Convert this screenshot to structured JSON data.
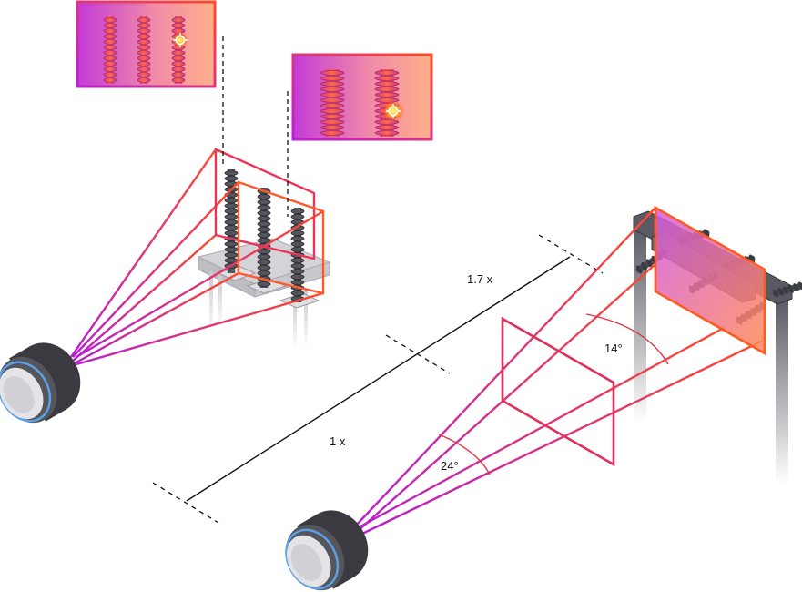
{
  "labels": {
    "distance_near": "1 x",
    "distance_far": "1.7 x",
    "angle_wide": "24°",
    "angle_narrow": "14°"
  },
  "colors": {
    "gradient_start": "#cc22cc",
    "gradient_end": "#ff5522",
    "frame_left": "#ee3344",
    "frame_right": "#ff5522",
    "hotspot": "#ffffff"
  },
  "icons": {
    "camera": "thermal-camera-icon",
    "target": "crosshair-target-icon"
  }
}
